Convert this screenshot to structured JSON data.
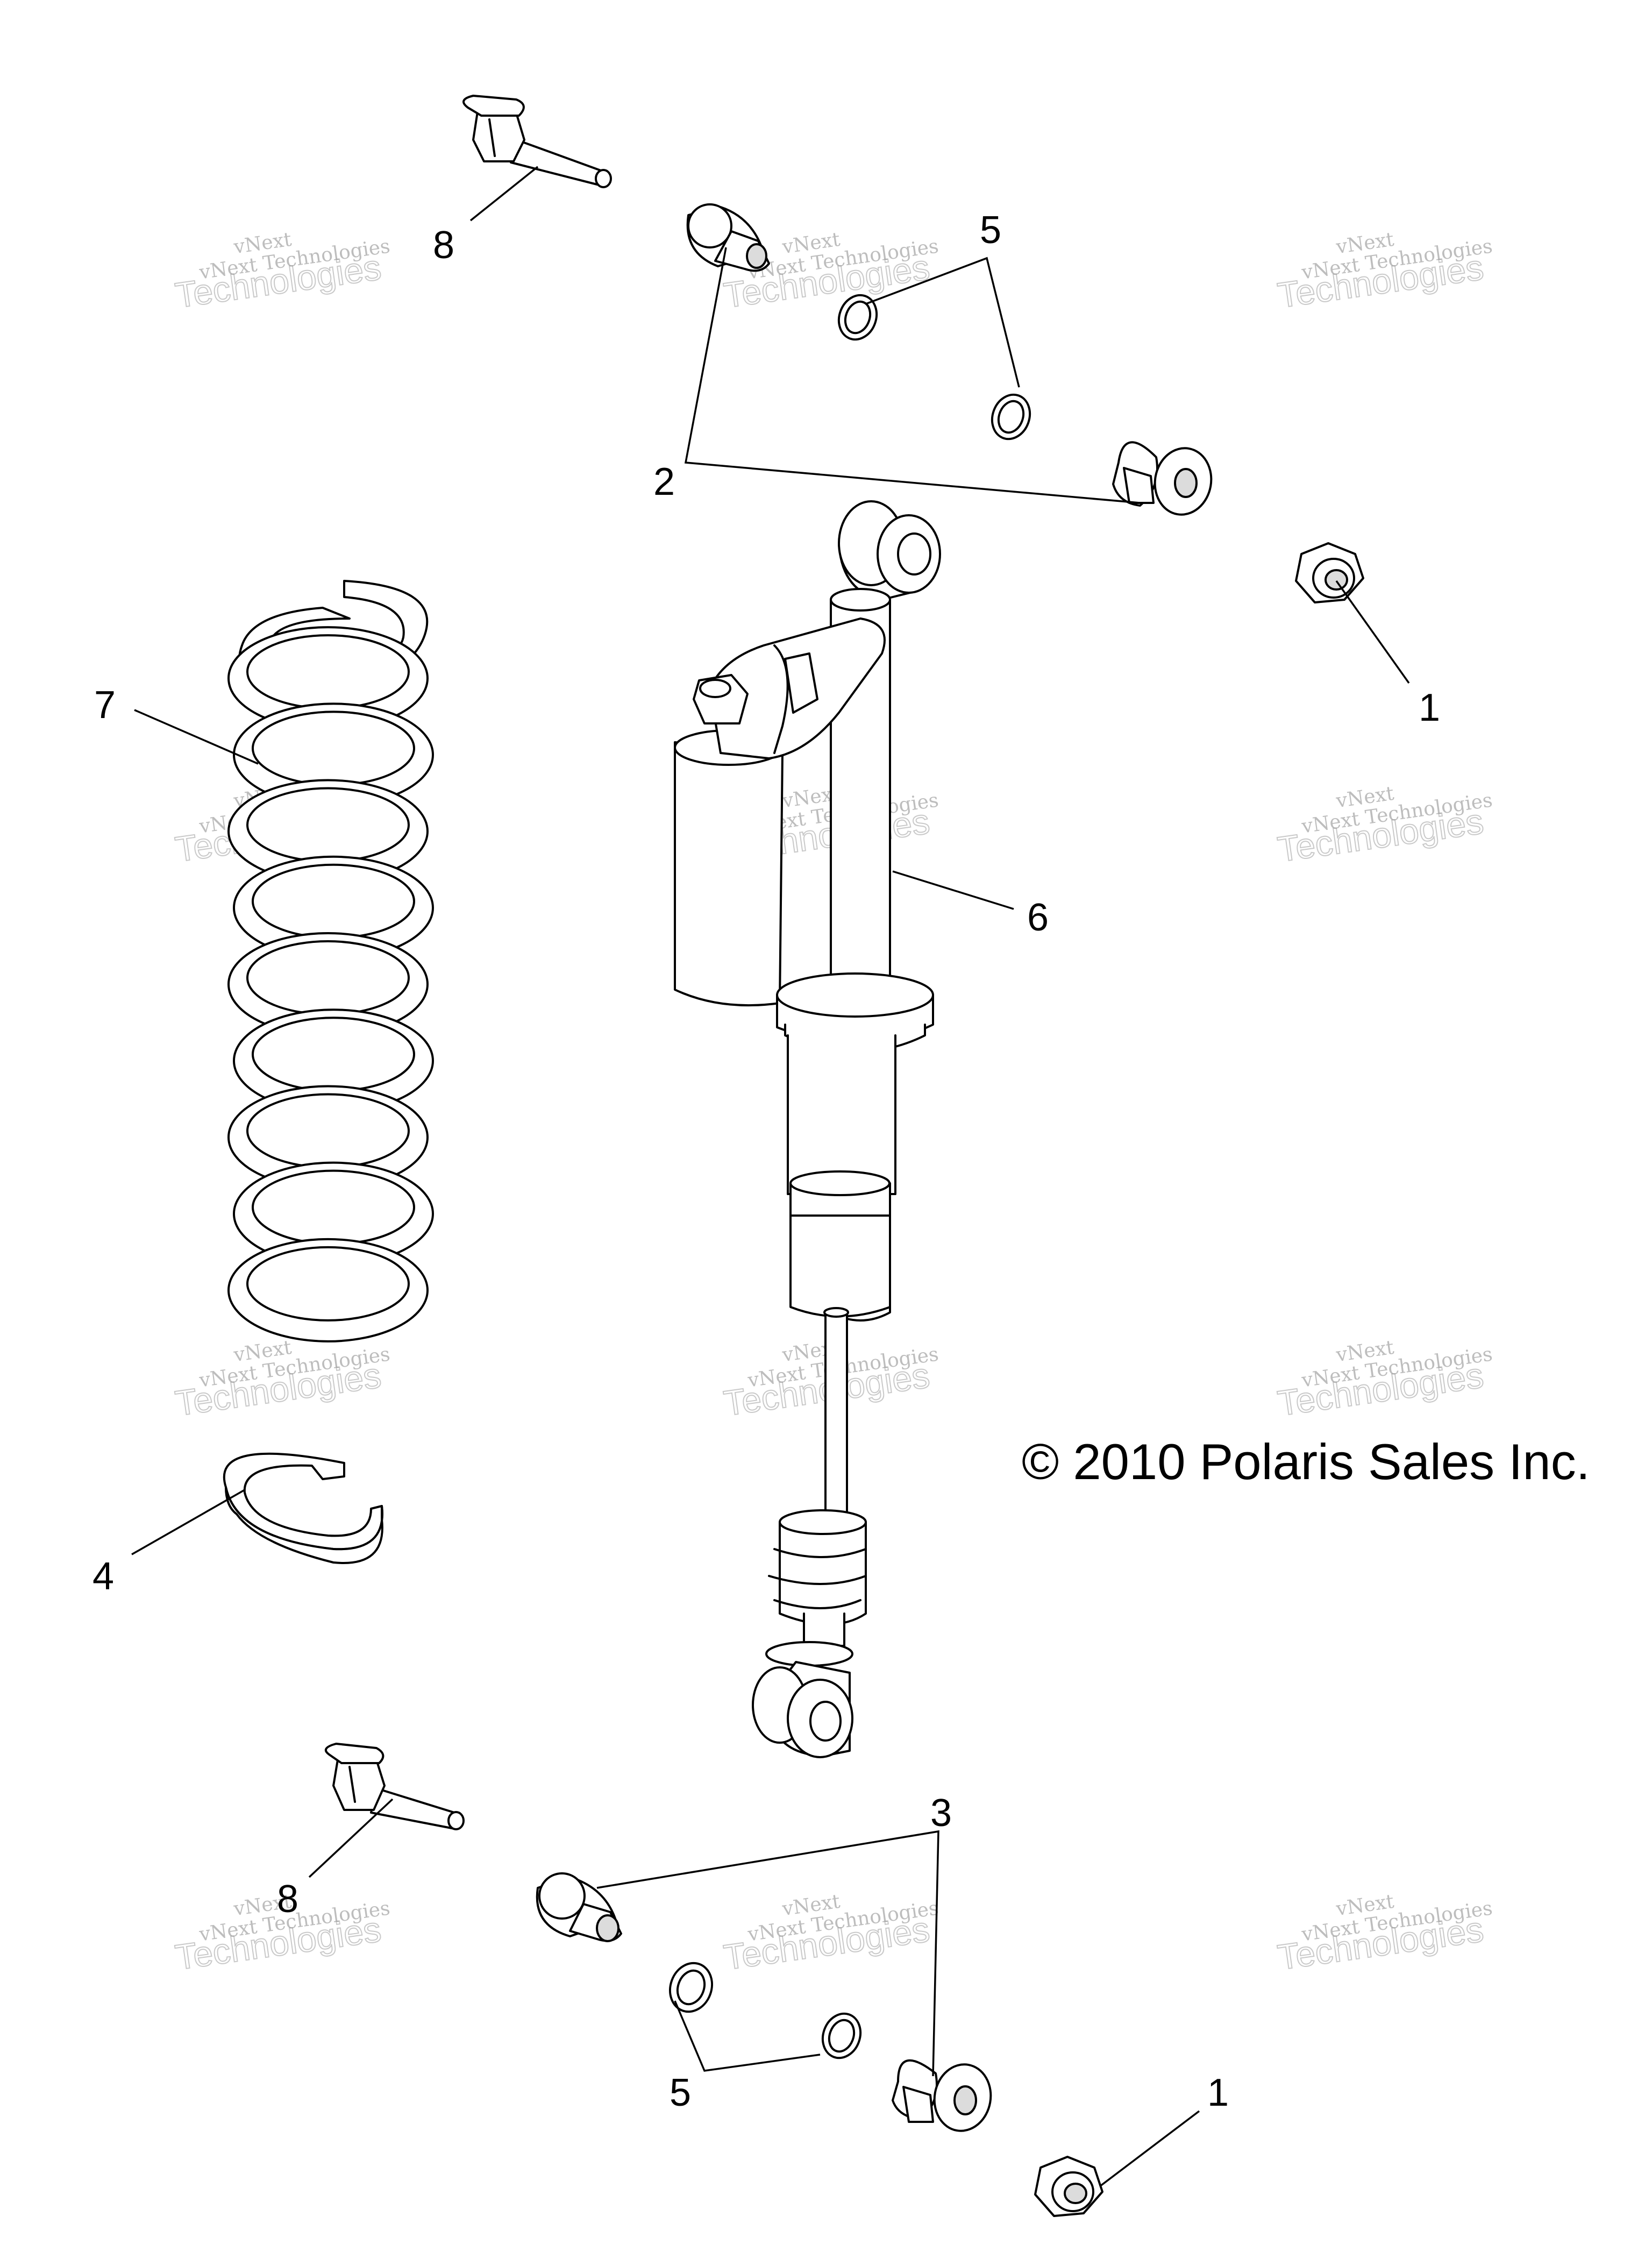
{
  "callouts": [
    {
      "id": "bolt-top",
      "label": "8"
    },
    {
      "id": "ring-top",
      "label": "5"
    },
    {
      "id": "bushing-top",
      "label": "2"
    },
    {
      "id": "nut-top",
      "label": "1"
    },
    {
      "id": "spring",
      "label": "7"
    },
    {
      "id": "shock",
      "label": "6"
    },
    {
      "id": "retainer",
      "label": "4"
    },
    {
      "id": "bushing-bottom",
      "label": "3"
    },
    {
      "id": "bolt-bottom",
      "label": "8"
    },
    {
      "id": "ring-bottom",
      "label": "5"
    },
    {
      "id": "nut-bottom",
      "label": "1"
    }
  ],
  "copyright": "© 2010 Polaris Sales Inc.",
  "watermark": {
    "line1": "vNext",
    "line2": "vNext Technologies",
    "line3": "Technologies"
  }
}
